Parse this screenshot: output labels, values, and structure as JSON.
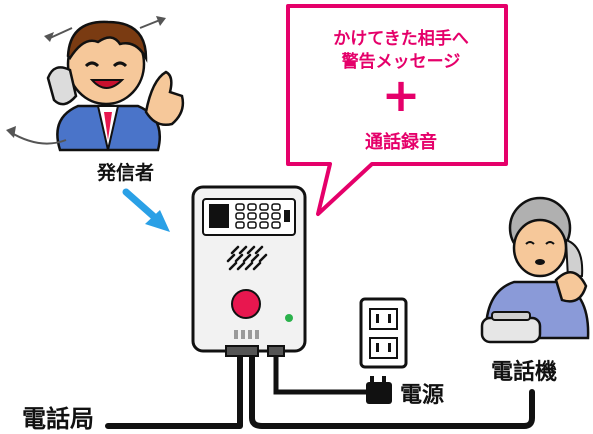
{
  "caller": {
    "label": "発信者"
  },
  "bubble": {
    "line1": "かけてきた相手へ",
    "line2": "警告メッセージ",
    "plus": "+",
    "line3": "通話録音"
  },
  "power": {
    "label": "電源"
  },
  "phone": {
    "label": "電話機"
  },
  "exchange": {
    "label": "電話局"
  },
  "colors": {
    "accent": "#e5006a",
    "arrow": "#2aa0e6",
    "device": "#f2f2f2",
    "button": "#e8174f",
    "led": "#2bb24c"
  }
}
